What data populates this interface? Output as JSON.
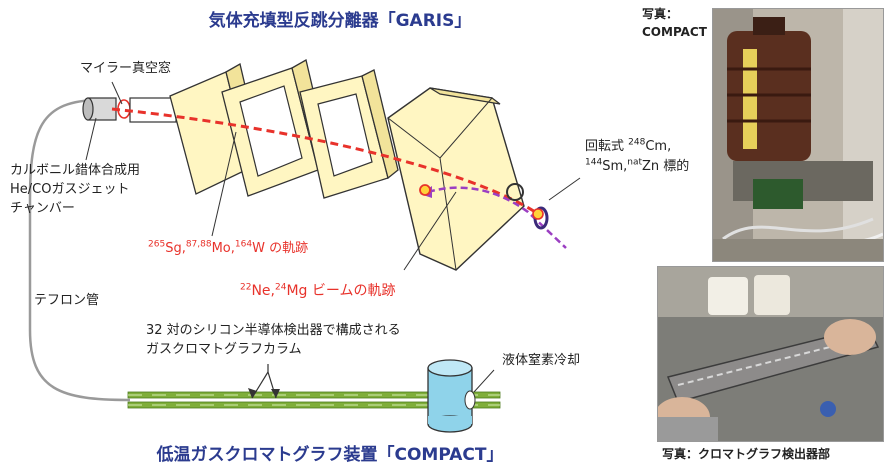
{
  "titles": {
    "top": "気体充填型反跳分離器「GARIS」",
    "bottom": "低温ガスクロマトグラフ装置「COMPACT」"
  },
  "labels": {
    "mylar_window": "マイラー真空窓",
    "chamber_l1": "カルボニル錯体合成用",
    "chamber_l2": "He/COガスジェット",
    "chamber_l3": "チャンバー",
    "teflon": "テフロン管",
    "silicon_l1": "32 対のシリコン半導体検出器で構成される",
    "silicon_l2": "ガスクロマトグラフカラム",
    "liquid_n2": "液体窒素冷却",
    "target_l1_pre": "回転式 ",
    "target_l1_sup": "248",
    "target_l1_post": "Cm,",
    "target_l2_sup1": "144",
    "target_l2_mid": "Sm,",
    "target_l2_sup2": "nat",
    "target_l2_post": "Zn 標的",
    "product_sup1": "265",
    "product_a": "Sg,",
    "product_sup2": "87,88",
    "product_b": "Mo,",
    "product_sup3": "164",
    "product_c": "W の軌跡",
    "beam_sup1": "22",
    "beam_a": "Ne,",
    "beam_sup2": "24",
    "beam_b": "Mg ビームの軌跡"
  },
  "photos": {
    "compact_cap_l1": "写真：",
    "compact_cap_l2": "COMPACT",
    "detector_cap": "写真：クロマトグラフ検出器部"
  },
  "colors": {
    "title": "#2b3b8f",
    "magnet": "#fff6c2",
    "trajectory_red": "#e8322b",
    "beam_purple": "#9b3fc2",
    "pipe_green": "#7fae3a",
    "dewar_blue": "#8fd3ea"
  }
}
